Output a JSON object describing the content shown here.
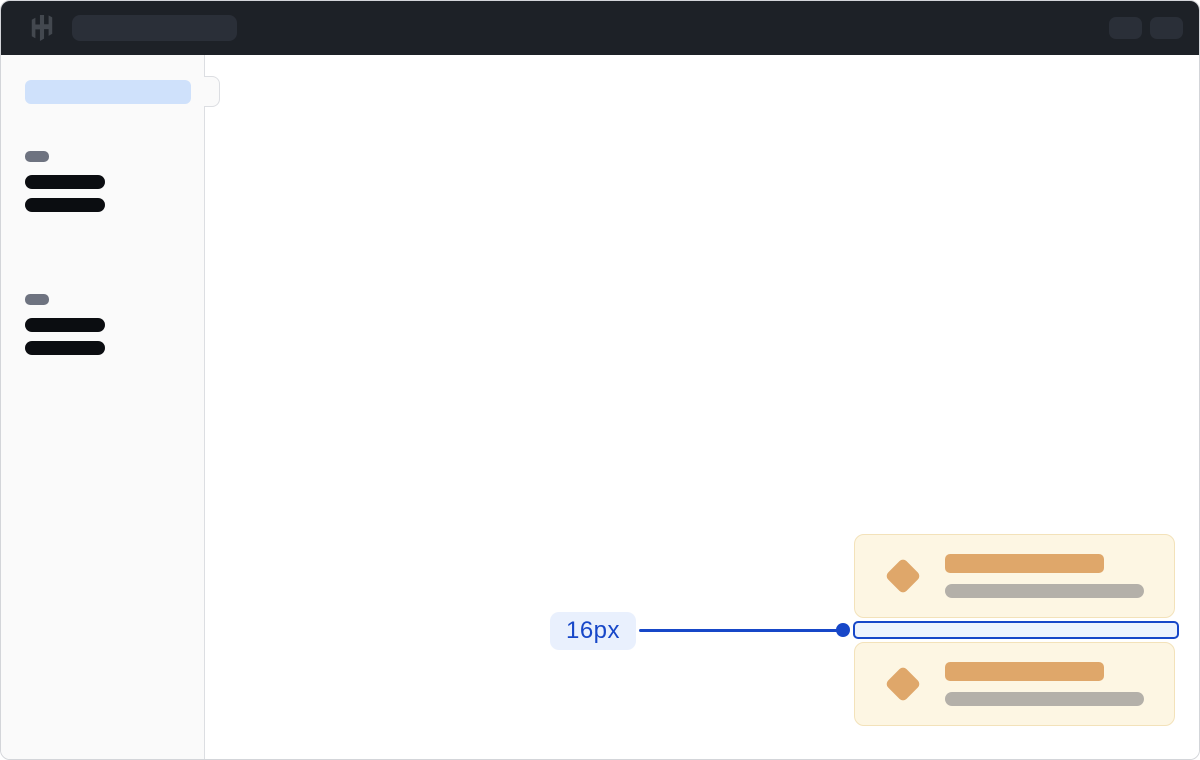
{
  "header": {
    "logo_icon": "hashicorp-logo-icon",
    "search_skeleton": "search-bar-skeleton",
    "action_skeletons": [
      "header-action-skeleton",
      "header-action-skeleton"
    ]
  },
  "sidebar": {
    "active_item_skeleton": "active-nav-item-skeleton",
    "collapse_handle": "sidebar-collapse-handle",
    "groups": [
      {
        "label_skeleton": "group-label-skeleton",
        "item_skeletons": 2
      },
      {
        "label_skeleton": "group-label-skeleton",
        "item_skeletons": 2
      }
    ]
  },
  "main": {
    "cards": [
      {
        "icon": "diamond-icon",
        "title_skeleton": true,
        "subtitle_skeleton": true
      },
      {
        "icon": "diamond-icon",
        "title_skeleton": true,
        "subtitle_skeleton": true
      }
    ],
    "spacing_annotation": {
      "label": "16px"
    }
  },
  "colors": {
    "header_bg": "#1d2127",
    "header_pill": "#2a2f38",
    "logo_color": "#43484f",
    "window_border": "#d3d5d9",
    "sidebar_bg": "#fafafa",
    "sidebar_border": "#dcdee2",
    "skeleton_blue": "#cfe1fb",
    "skeleton_gray": "#6e7380",
    "skeleton_dark": "#0b0d11",
    "card_bg": "#fdf6e3",
    "card_border": "#f3e2ba",
    "skeleton_orange": "#dfa76a",
    "skeleton_taupe": "#b4b0a9",
    "accent_blue": "#1747c8",
    "label_bg": "#e9f0fd",
    "gap_fill": "#edf3fd"
  }
}
